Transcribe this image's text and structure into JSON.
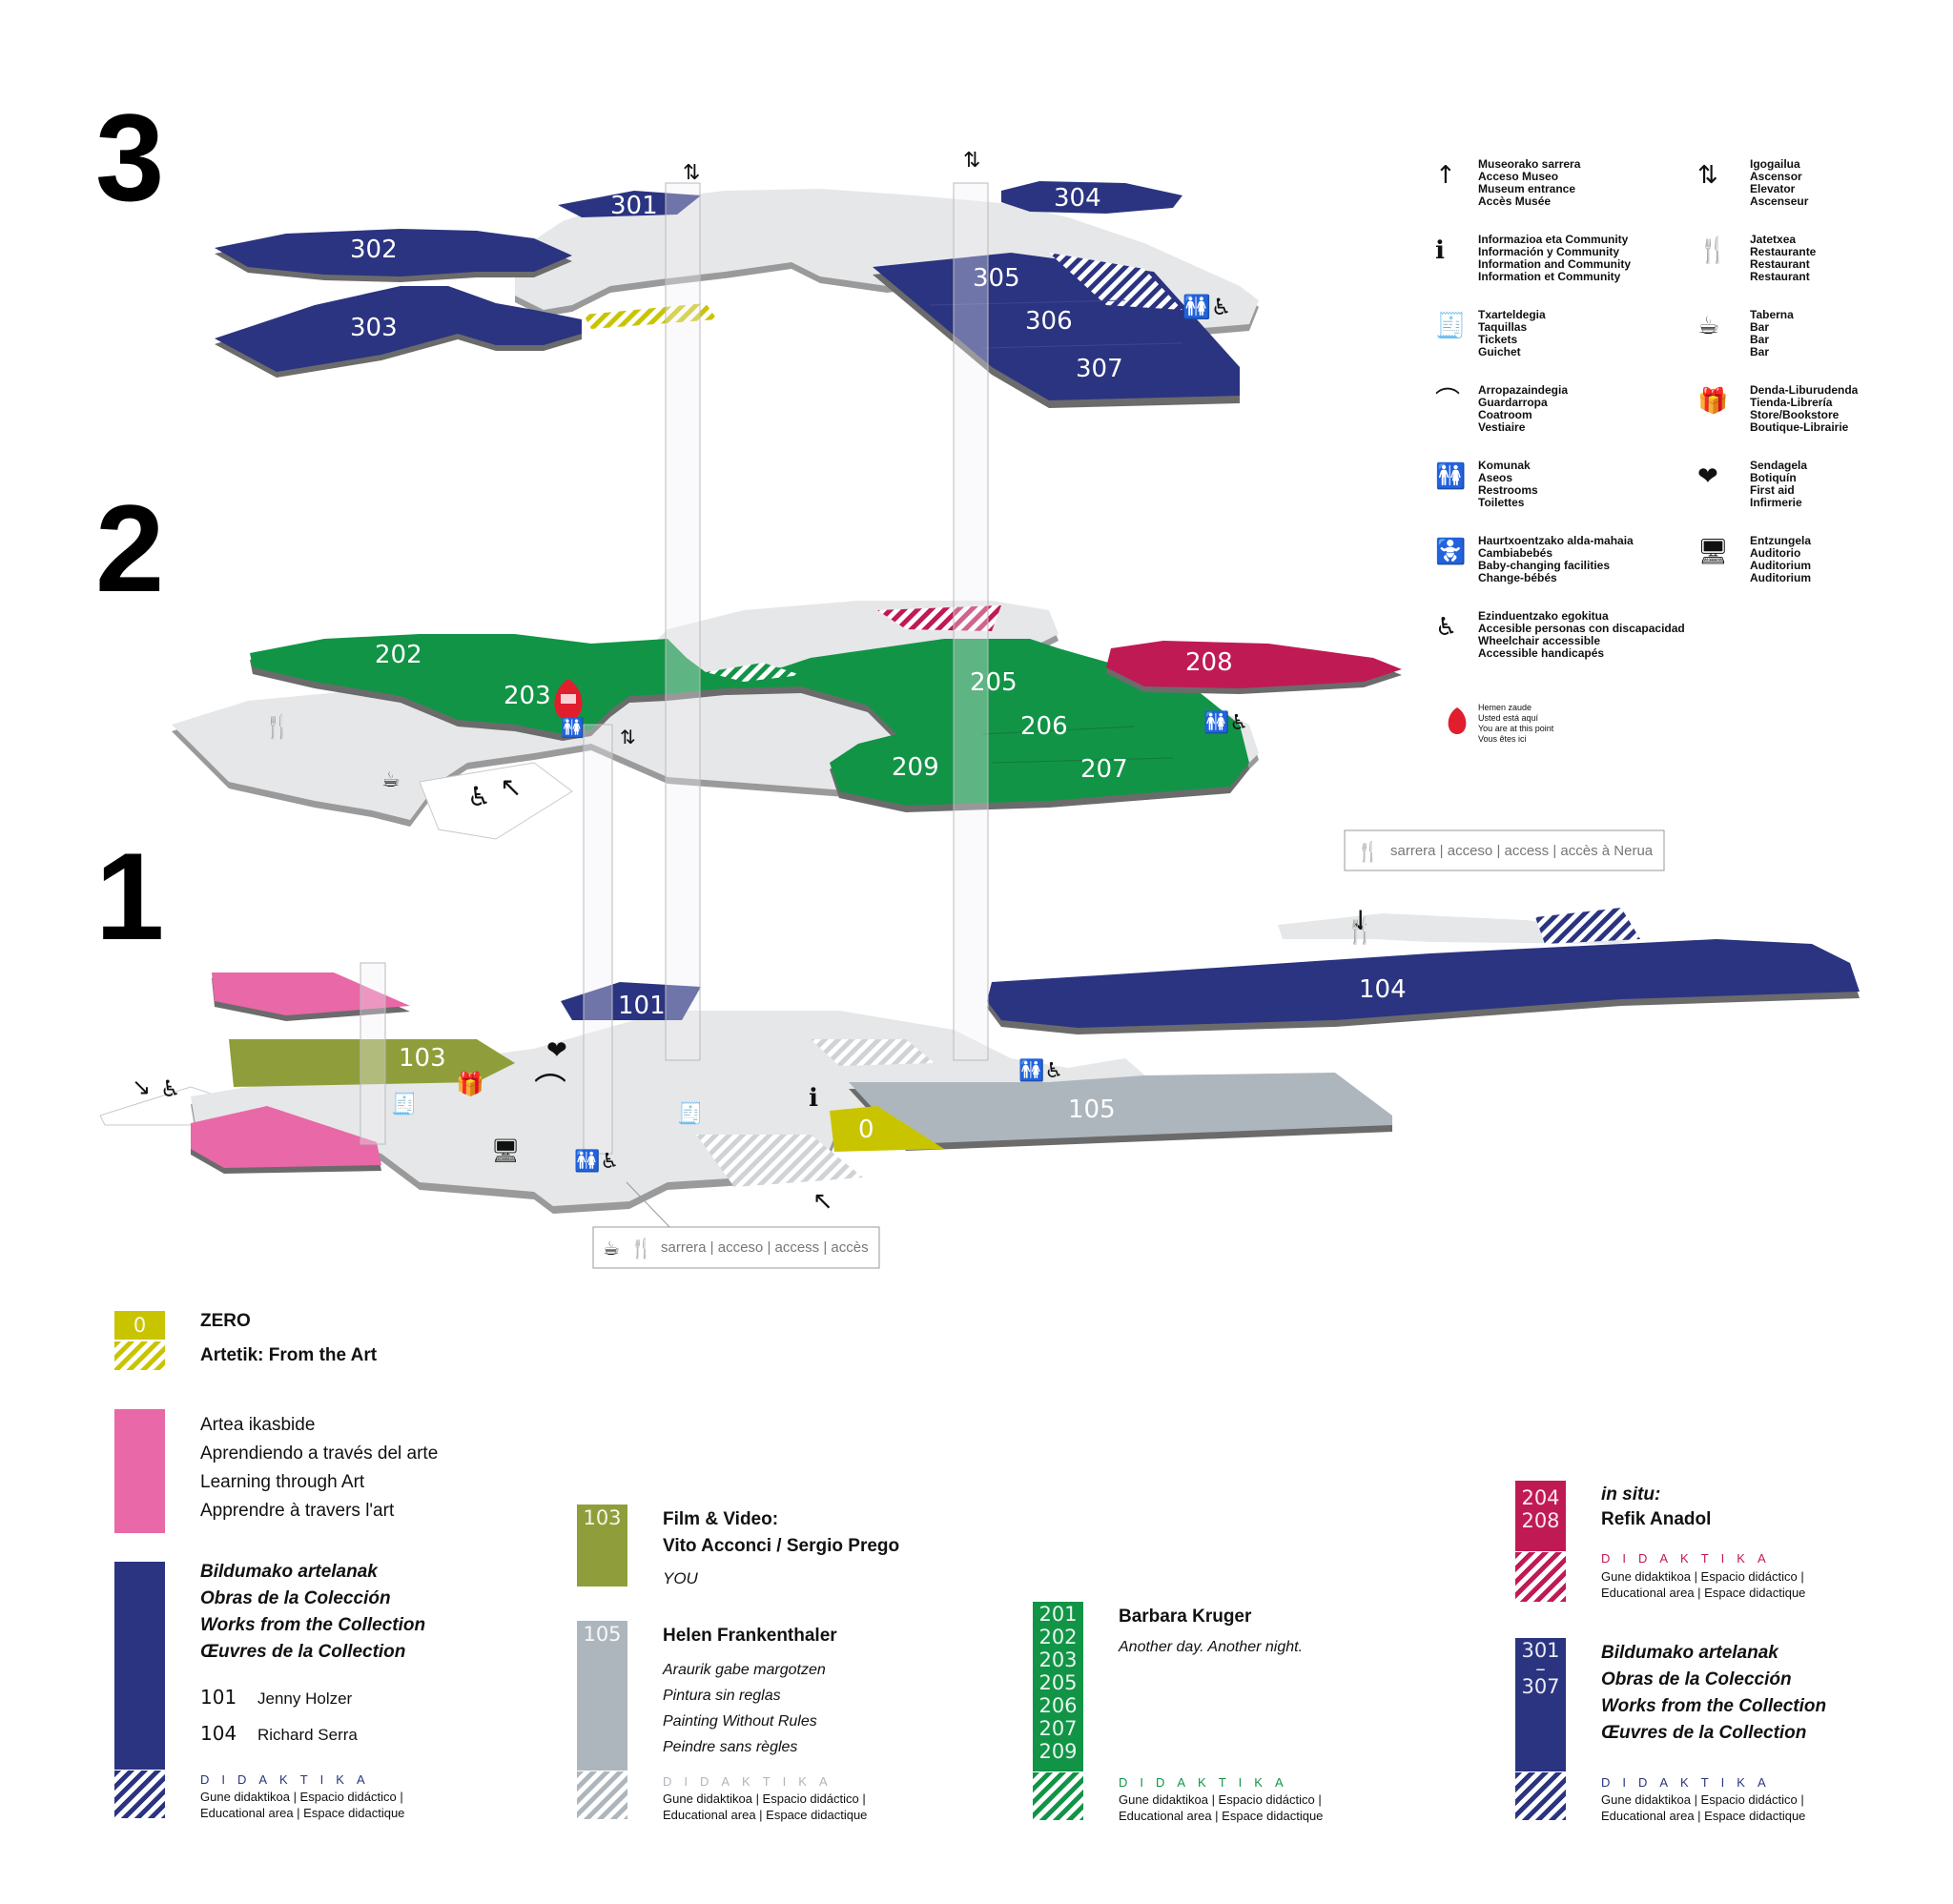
{
  "levels": {
    "l3": "3",
    "l2": "2",
    "l1": "1"
  },
  "rooms": {
    "r301": "301",
    "r302": "302",
    "r303": "303",
    "r304": "304",
    "r305": "305",
    "r306": "306",
    "r307": "307",
    "r202": "202",
    "r203": "203",
    "r205": "205",
    "r206": "206",
    "r207": "207",
    "r208": "208",
    "r209": "209",
    "r101": "101",
    "r103": "103",
    "r104": "104",
    "r105": "105",
    "r0": "0"
  },
  "access_labels": {
    "nerua": "sarrera | acceso | access | accès à Nerua",
    "main": "sarrera | acceso | access | accès"
  },
  "colors": {
    "navy": "#2b3480",
    "green": "#129447",
    "crimson": "#c01a55",
    "olive": "#8f9e3a",
    "pink": "#e968a7",
    "grey": "#aeb6bd",
    "yellow": "#c9c400",
    "floor": "#e6e7e8",
    "edge": "#9a9a9a"
  },
  "key": {
    "left": [
      {
        "icon": "arrow-up-icon",
        "lines": [
          "Museorako sarrera",
          "Acceso Museo",
          "Museum entrance",
          "Accès Musée"
        ]
      },
      {
        "icon": "info-icon",
        "lines": [
          "Informazioa eta Community",
          "Información y Community",
          "Information and Community",
          "Information et Community"
        ]
      },
      {
        "icon": "ticket-desk-icon",
        "lines": [
          "Txarteldegia",
          "Taquillas",
          "Tickets",
          "Guichet"
        ]
      },
      {
        "icon": "hanger-icon",
        "lines": [
          "Arropazaindegia",
          "Guardarropa",
          "Coatroom",
          "Vestiaire"
        ]
      },
      {
        "icon": "restroom-icon",
        "lines": [
          "Komunak",
          "Aseos",
          "Restrooms",
          "Toilettes"
        ]
      },
      {
        "icon": "baby-change-icon",
        "lines": [
          "Haurtxoentzako alda-mahaia",
          "Cambiabebés",
          "Baby-changing facilities",
          "Change-bébés"
        ]
      },
      {
        "icon": "wheelchair-icon",
        "lines": [
          "Ezinduentzako egokitua",
          "Accesible personas con discapacidad",
          "Wheelchair accessible",
          "Accessible handicapés"
        ]
      }
    ],
    "right": [
      {
        "icon": "elevator-icon",
        "lines": [
          "Igogailua",
          "Ascensor",
          "Elevator",
          "Ascenseur"
        ]
      },
      {
        "icon": "restaurant-icon",
        "lines": [
          "Jatetxea",
          "Restaurante",
          "Restaurant",
          "Restaurant"
        ]
      },
      {
        "icon": "cup-icon",
        "lines": [
          "Taberna",
          "Bar",
          "Bar",
          "Bar"
        ]
      },
      {
        "icon": "shop-icon",
        "lines": [
          "Denda-Liburudenda",
          "Tienda-Librería",
          "Store/Bookstore",
          "Boutique-Librairie"
        ]
      },
      {
        "icon": "first-aid-icon",
        "lines": [
          "Sendagela",
          "Botiquín",
          "First aid",
          "Infirmerie"
        ]
      },
      {
        "icon": "auditorium-icon",
        "lines": [
          "Entzungela",
          "Auditorio",
          "Auditorium",
          "Auditorium"
        ]
      }
    ],
    "here": [
      "Hemen zaude",
      "Usted está aquí",
      "You are at this point",
      "Vous êtes ici"
    ]
  },
  "legend": {
    "zero": {
      "num": "0",
      "title": "ZERO",
      "subtitle": "Artetik: From the Art"
    },
    "learning": {
      "lines": [
        "Artea ikasbide",
        "Aprendiendo a través del arte",
        "Learning through Art",
        "Apprendre à travers l'art"
      ]
    },
    "collection1": {
      "lines": [
        "Bildumako artelanak",
        "Obras de la Colección",
        "Works from the Collection",
        "Œuvres de la Collection"
      ],
      "items": [
        {
          "num": "101",
          "name": "Jenny Holzer"
        },
        {
          "num": "104",
          "name": "Richard Serra"
        }
      ]
    },
    "film": {
      "num": "103",
      "title1": "Film & Video:",
      "title2": "Vito Acconci / Sergio Prego",
      "sub": "YOU"
    },
    "frank": {
      "num": "105",
      "title": "Helen Frankenthaler",
      "lines": [
        "Araurik gabe margotzen",
        "Pintura sin reglas",
        "Painting Without Rules",
        "Peindre sans règles"
      ]
    },
    "kruger": {
      "nums": "201\n202\n203\n205\n206\n207\n209",
      "title": "Barbara Kruger",
      "sub": "Another day. Another night."
    },
    "insitu": {
      "nums": "204\n208",
      "title1": "in situ:",
      "title2": "Refik Anadol"
    },
    "collection3": {
      "nums": "301\n–\n307",
      "lines": [
        "Bildumako artelanak",
        "Obras de la Colección",
        "Works from the Collection",
        "Œuvres de la Collection"
      ]
    },
    "didaktika": "DIDAKTIKA",
    "edu1": "Gune didaktikoa | Espacio didáctico |",
    "edu2": "Educational area | Espace didactique"
  }
}
